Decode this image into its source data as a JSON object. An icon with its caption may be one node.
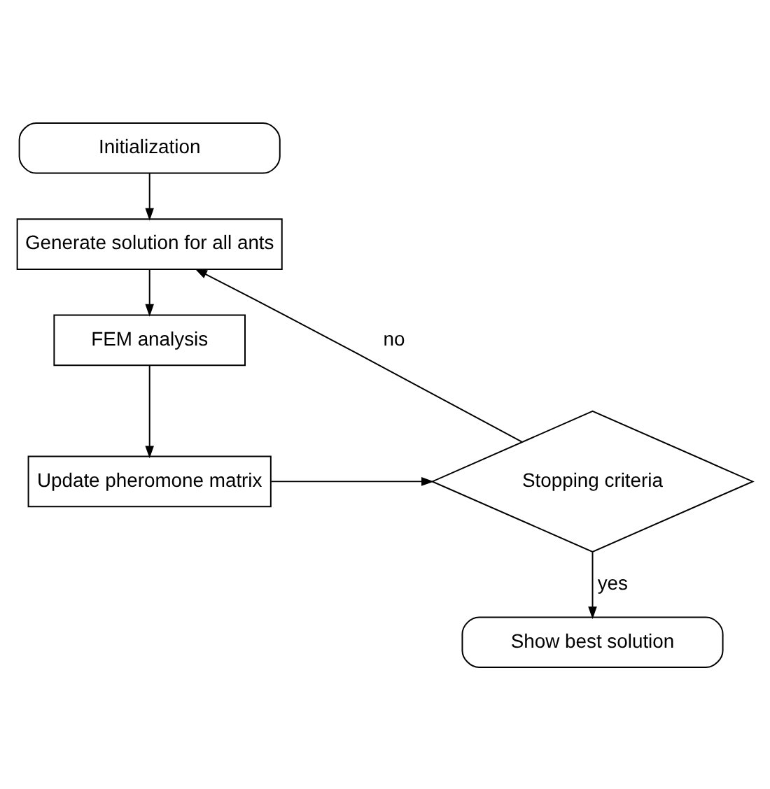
{
  "diagram": {
    "nodes": [
      {
        "text": [
          "Initialization"
        ]
      },
      {
        "text": [
          "Generate solution for all ants"
        ]
      },
      {
        "text": [
          "FEM analysis"
        ]
      },
      {
        "text": [
          "Update pheromone matrix"
        ]
      },
      {
        "text": [
          "Stopping criteria"
        ]
      },
      {
        "text": [
          "Show best solution"
        ]
      }
    ],
    "edges": [
      {
        "from": 0,
        "to": 1,
        "arrow": "to"
      },
      {
        "from": 1,
        "to": 2,
        "arrow": "to"
      },
      {
        "from": 2,
        "to": 3,
        "arrow": "to"
      },
      {
        "from": 3,
        "to": 4,
        "arrow": "to"
      },
      {
        "from": 4,
        "to": 1,
        "arrow": "to",
        "label": "no"
      },
      {
        "from": 4,
        "to": 5,
        "arrow": "to",
        "label": "yes"
      }
    ]
  }
}
